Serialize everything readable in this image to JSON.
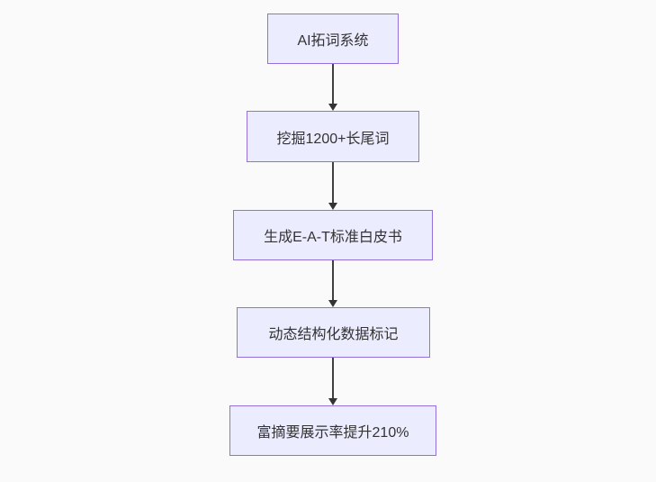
{
  "diagram": {
    "type": "flowchart",
    "direction": "top-down",
    "colors": {
      "background": "#FAFAFA",
      "node_fill": "#ECECFF",
      "node_border": "#9370DB",
      "node_text": "#333333",
      "arrow": "#333333"
    },
    "nodes": [
      {
        "id": "A",
        "label": "AI拓词系统"
      },
      {
        "id": "B",
        "label": "挖掘1200+长尾词"
      },
      {
        "id": "C",
        "label": "生成E-A-T标准白皮书"
      },
      {
        "id": "D",
        "label": "动态结构化数据标记"
      },
      {
        "id": "E",
        "label": "富摘要展示率提升210%"
      }
    ],
    "edges": [
      {
        "from": "AI拓词系统",
        "to": "挖掘1200+长尾词"
      },
      {
        "from": "挖掘1200+长尾词",
        "to": "生成E-A-T标准白皮书"
      },
      {
        "from": "生成E-A-T标准白皮书",
        "to": "动态结构化数据标记"
      },
      {
        "from": "动态结构化数据标记",
        "to": "富摘要展示率提升210%"
      }
    ]
  }
}
